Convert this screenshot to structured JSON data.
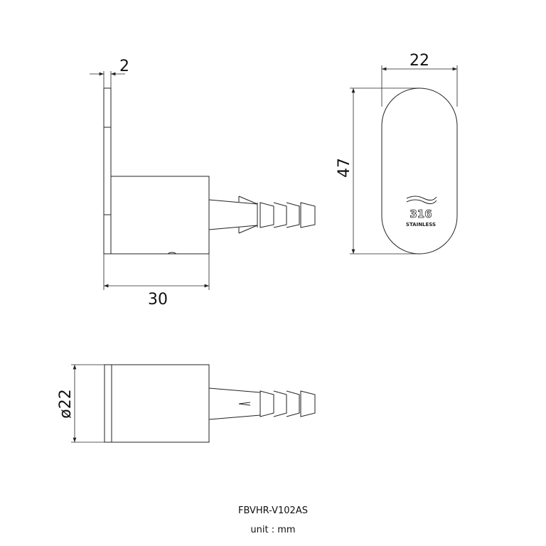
{
  "dimensions": {
    "plate_thickness": "2",
    "depth": "30",
    "width": "22",
    "height": "47",
    "diameter": "ø22"
  },
  "logo": {
    "text_number": "316",
    "text_word": "STAINLESS"
  },
  "caption": {
    "model": "FBVHR-V102AS",
    "unit": "unit : mm"
  }
}
